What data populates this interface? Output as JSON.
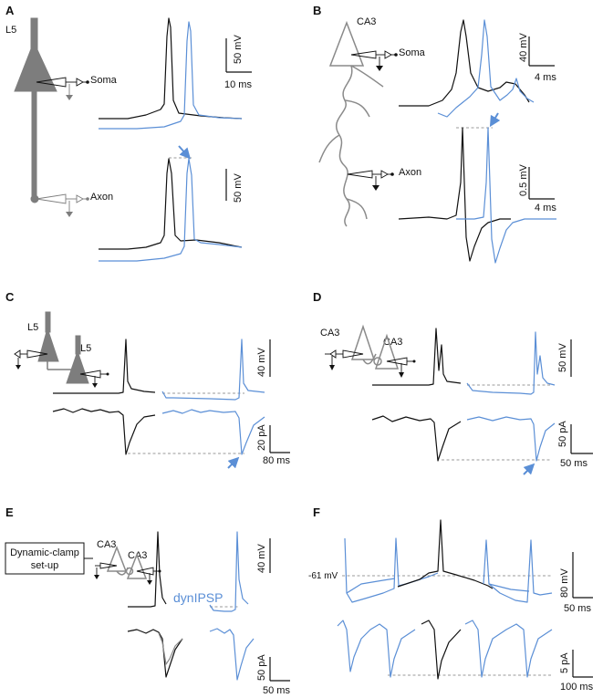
{
  "colors": {
    "black_trace": "#111111",
    "blue_trace": "#5b8fd6",
    "neuron_gray": "#7d7d7d",
    "dashed": "#9a9a9a"
  },
  "panels": {
    "A": {
      "label": "A",
      "cell": "L5",
      "soma": "Soma",
      "axon": "Axon",
      "scale_top_v": "50 mV",
      "scale_top_t": "10 ms",
      "scale_bottom_v": "50 mV"
    },
    "B": {
      "label": "B",
      "cell": "CA3",
      "soma": "Soma",
      "axon": "Axon",
      "scale_top_v": "40 mV",
      "scale_top_t": "4 ms",
      "scale_bottom_v": "0.5 mV",
      "scale_bottom_t": "4 ms"
    },
    "C": {
      "label": "C",
      "cell1": "L5",
      "cell2": "L5",
      "scale_v": "40 mV",
      "scale_i": "20 pA",
      "scale_t": "80 ms"
    },
    "D": {
      "label": "D",
      "cell1": "CA3",
      "cell2": "CA3",
      "scale_v": "50 mV",
      "scale_i": "50 pA",
      "scale_t": "50 ms"
    },
    "E": {
      "label": "E",
      "box_line1": "Dynamic-clamp",
      "box_line2": "set-up",
      "cell1": "CA3",
      "cell2": "CA3",
      "dyn": "dynIPSP",
      "scale_v": "40 mV",
      "scale_i": "50 pA",
      "scale_t": "50 ms"
    },
    "F": {
      "label": "F",
      "vm_label": "-61 mV",
      "scale_v": "80 mV",
      "scale_t1": "50 ms",
      "scale_i": "5 pA",
      "scale_t2": "100 ms"
    }
  }
}
